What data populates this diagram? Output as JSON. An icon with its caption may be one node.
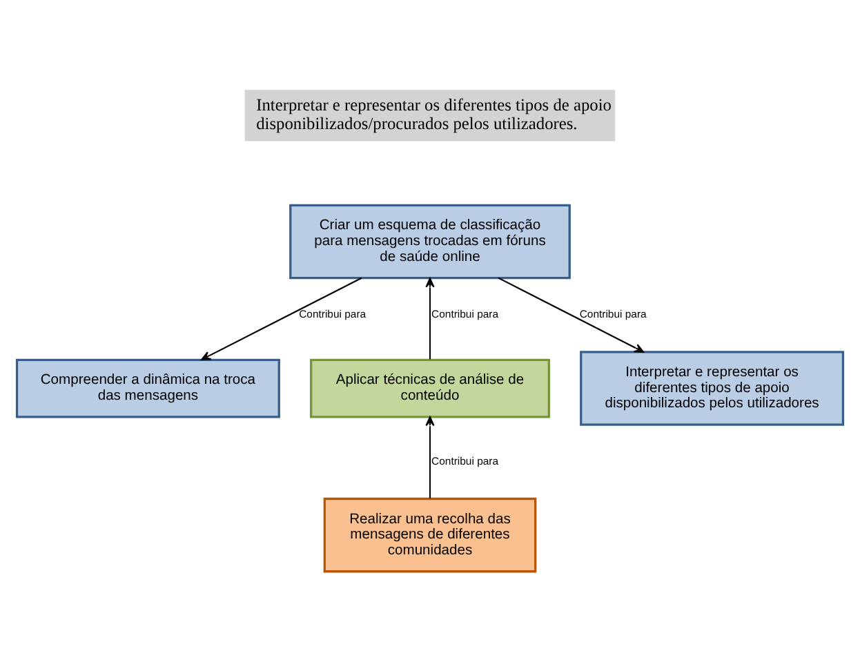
{
  "diagram": {
    "nodes": [
      {
        "text": [
          "Criar um esquema de classificação para mensagens trocadas em fóruns de saúde online"
        ]
      },
      {
        "text": [
          "Compreender a dinâmica na troca das mensagens"
        ]
      },
      {
        "text": [
          "Interpretar e representar os diferentes tipos de apoio disponibilizados pelos utilizadores"
        ]
      },
      {
        "text": [
          "Aplicar técnicas de análise de conteúdo"
        ]
      },
      {
        "text": [
          "Realizar uma recolha das mensagens de diferentes comunidades"
        ]
      }
    ],
    "edges": [
      {
        "from": 0,
        "to": 1,
        "arrow": "to",
        "label": "Contribui para"
      },
      {
        "from": 0,
        "to": 2,
        "arrow": "to",
        "label": "Contribui para"
      },
      {
        "from": 3,
        "to": 0,
        "arrow": "to",
        "label": "Contribui para"
      },
      {
        "from": 4,
        "to": 3,
        "arrow": "to",
        "label": "Contribui para"
      }
    ],
    "labels": [
      "Interpretar e representar os diferentes tipos de apoio disponibilizados/procurados pelos utilizadores."
    ]
  }
}
